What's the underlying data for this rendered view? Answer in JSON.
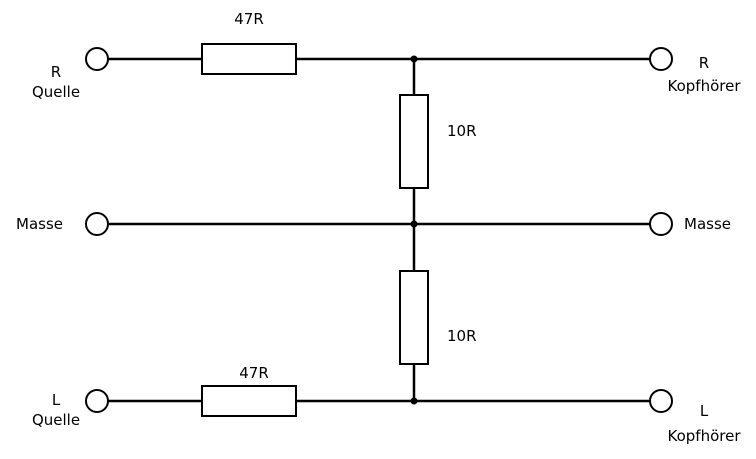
{
  "diagram": {
    "nodes": {
      "source_r": {
        "line1": "R",
        "line2": "Quelle"
      },
      "source_ground": {
        "label": "Masse"
      },
      "source_l": {
        "line1": "L",
        "line2": "Quelle"
      },
      "headphone_r": {
        "line1": "R",
        "line2": "Kopfhörer"
      },
      "headphone_ground": {
        "label": "Masse"
      },
      "headphone_l": {
        "line1": "L",
        "line2": "Kopfhörer"
      }
    },
    "components": {
      "series_resistor_r": {
        "value": "47R"
      },
      "series_resistor_l": {
        "value": "47R"
      },
      "shunt_resistor_r": {
        "value": "10R"
      },
      "shunt_resistor_l": {
        "value": "10R"
      }
    },
    "colors": {
      "line": "#000000",
      "background": "#ffffff"
    }
  }
}
